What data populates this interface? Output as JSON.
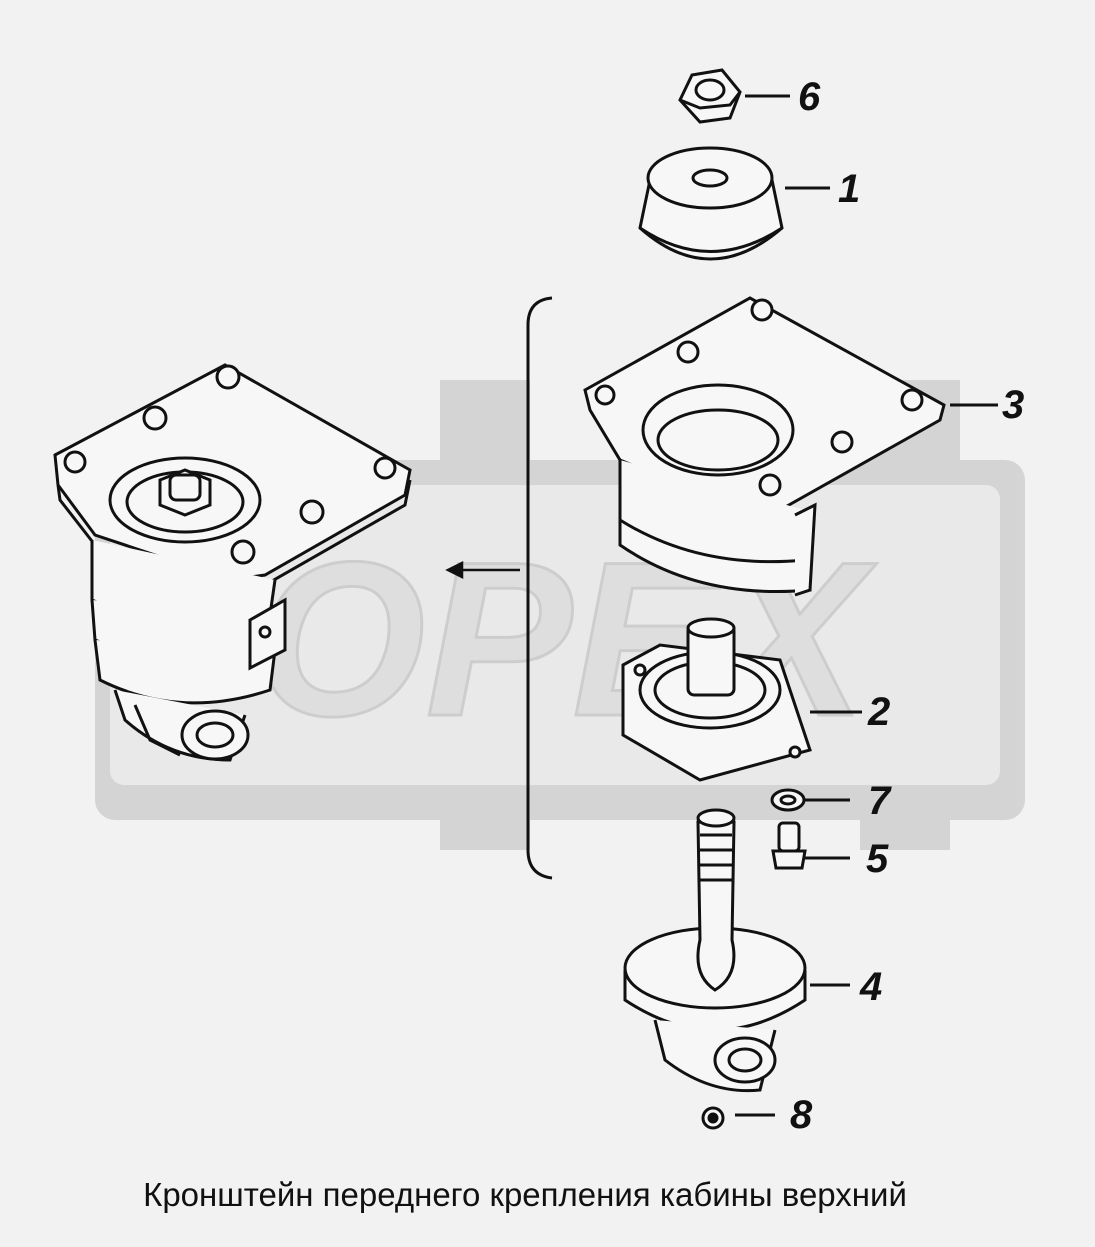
{
  "colors": {
    "background": "#f2f2f2",
    "watermark": "#bdbdbd",
    "line": "#111111",
    "part_fill": "#f7f7f7"
  },
  "watermark": {
    "text": "OPEX"
  },
  "callouts": [
    {
      "id": "6",
      "label": "6"
    },
    {
      "id": "1",
      "label": "1"
    },
    {
      "id": "3",
      "label": "3"
    },
    {
      "id": "2",
      "label": "2"
    },
    {
      "id": "7",
      "label": "7"
    },
    {
      "id": "5",
      "label": "5"
    },
    {
      "id": "4",
      "label": "4"
    },
    {
      "id": "8",
      "label": "8"
    }
  ],
  "caption": "Кронштейн переднего крепления кабины верхний"
}
